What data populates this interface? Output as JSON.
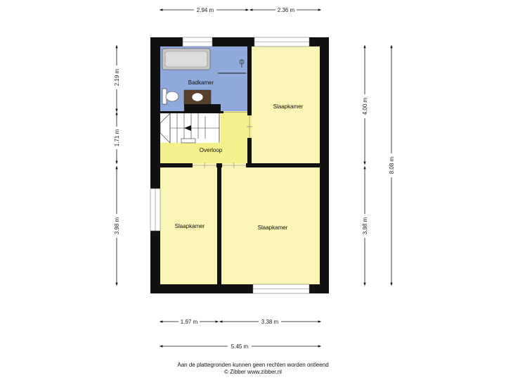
{
  "rooms": {
    "badkamer": "Badkamer",
    "overloop": "Overloop",
    "slaapkamer_right_top": "Slaapkamer",
    "slaapkamer_left_bottom": "Slaapkamer",
    "slaapkamer_right_bottom": "Slaapkamer"
  },
  "dimensions": {
    "top_left": "2.94 m",
    "top_right": "2.36 m",
    "bottom_left": "1.97 m",
    "bottom_right": "3.38 m",
    "bottom_total": "5.45 m",
    "left_top": "2.19 m",
    "left_middle": "1.71 m",
    "left_bottom": "3.98 m",
    "right_top": "4.00 m",
    "right_bottom": "3.98 m",
    "right_total": "8.08 m"
  },
  "footer": {
    "line1": "Aan de plattegronden kunnen geen rechten worden ontleend",
    "line2": "© Zibber www.zibber.nl"
  },
  "colors": {
    "wall": "#111111",
    "bathroom": "#8fa9dc",
    "bedroom": "#faf5b4",
    "landing": "#f5f08c"
  }
}
